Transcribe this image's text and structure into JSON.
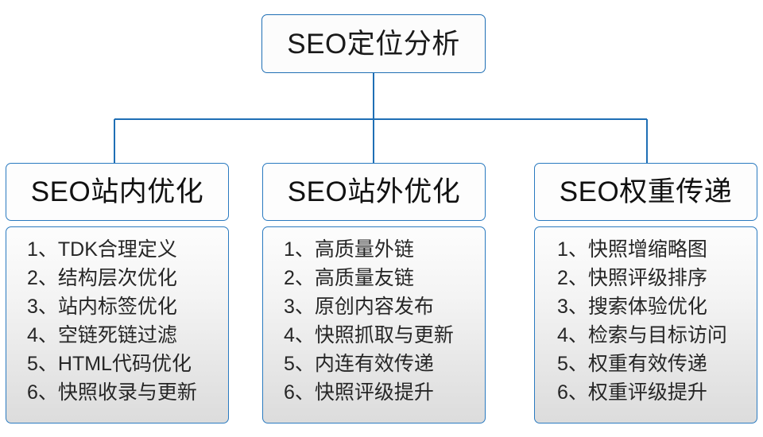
{
  "diagram": {
    "type": "organizational-tree",
    "title": "SEO定位分析",
    "accent_color": "#2a7ac0",
    "text_color": "#1a1a1a",
    "body_gradient_top": "#fdfdfd",
    "body_gradient_bottom": "#dcdcdc",
    "root": {
      "label": "SEO定位分析"
    },
    "branches": [
      {
        "header": "SEO站内优化",
        "items": [
          "1、TDK合理定义",
          "2、结构层次优化",
          "3、站内标签优化",
          "4、空链死链过滤",
          "5、HTML代码优化",
          "6、快照收录与更新"
        ]
      },
      {
        "header": "SEO站外优化",
        "items": [
          "1、高质量外链",
          "2、高质量友链",
          "3、原创内容发布",
          "4、快照抓取与更新",
          "5、内连有效传递",
          "6、快照评级提升"
        ]
      },
      {
        "header": "SEO权重传递",
        "items": [
          "1、快照增缩略图",
          "2、快照评级排序",
          "3、搜索体验优化",
          "4、检索与目标访问",
          "5、权重有效传递",
          "6、权重评级提升"
        ]
      }
    ]
  }
}
